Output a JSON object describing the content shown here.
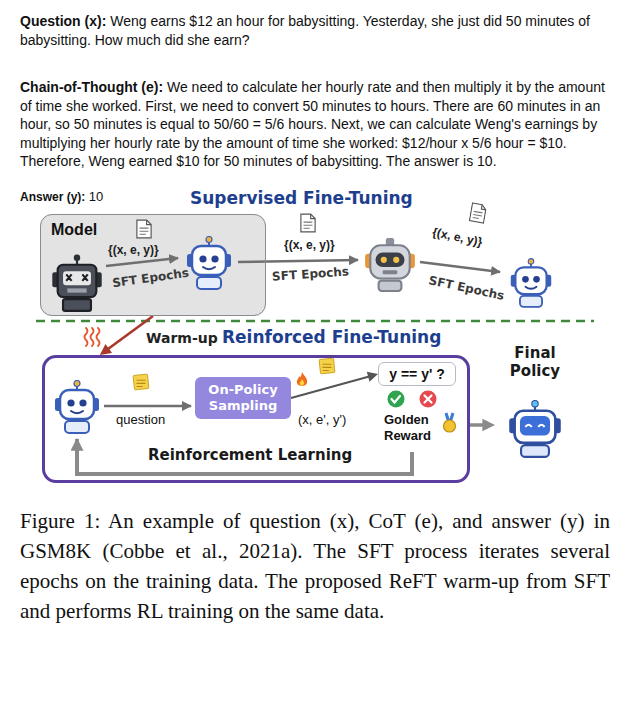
{
  "diagram": {
    "caption": "Figure 1: An example of question (x), CoT (e), and answer (y) in GSM8K (Cobbe et al., 2021a). The SFT process iterates several epochs on the training data. The proposed ReFT warm-up from SFT and performs RL training on the same data.",
    "nodes": [
      {
        "text": [
          "Model"
        ]
      },
      {
        "text": [
          "Reinforcement Learning"
        ]
      },
      {
        "text": [
          "On-Policy Sampling"
        ],
        "in": 1
      },
      {
        "text": [
          "y == y' ?"
        ],
        "in": 1
      },
      {
        "text": [
          "Final Policy"
        ]
      }
    ],
    "edges": [
      {
        "from": 0,
        "to": 1,
        "label": "Warm-up",
        "arrow": "to"
      },
      {
        "from": 2,
        "to": 3,
        "label": "(x, e', y')",
        "arrow": "to"
      },
      {
        "from": 1,
        "to": 4,
        "arrow": "to"
      }
    ],
    "labels": [
      "Question (x):",
      "Weng earns $12 an hour for babysitting. Yesterday, she just did 50 minutes of babysitting. How much did she earn?",
      "Chain-of-Thought (e):",
      "We need to calculate her hourly rate and then multiply it by the amount of time she worked. First, we need to convert 50 minutes to hours. There are 60 minutes in an hour, so 50 minutes is equal to 50/60 = 5/6 hours. Next, we can calculate Weng's earnings by multiplying her hourly rate by the amount of time she worked: $12/hour x 5/6 hour = $10. Therefore, Weng earned $10 for 50 minutes of babysitting. The answer is 10.",
      "Answer (y):",
      "10",
      "Supervised Fine-Tuning",
      "{(x, e, y)}",
      "SFT Epochs",
      "{(x, e, y)}",
      "SFT Epochs",
      "{(x, e, y)}",
      "SFT Epochs",
      "Reinforced Fine-Tuning",
      "question",
      "Golden Reward"
    ]
  }
}
